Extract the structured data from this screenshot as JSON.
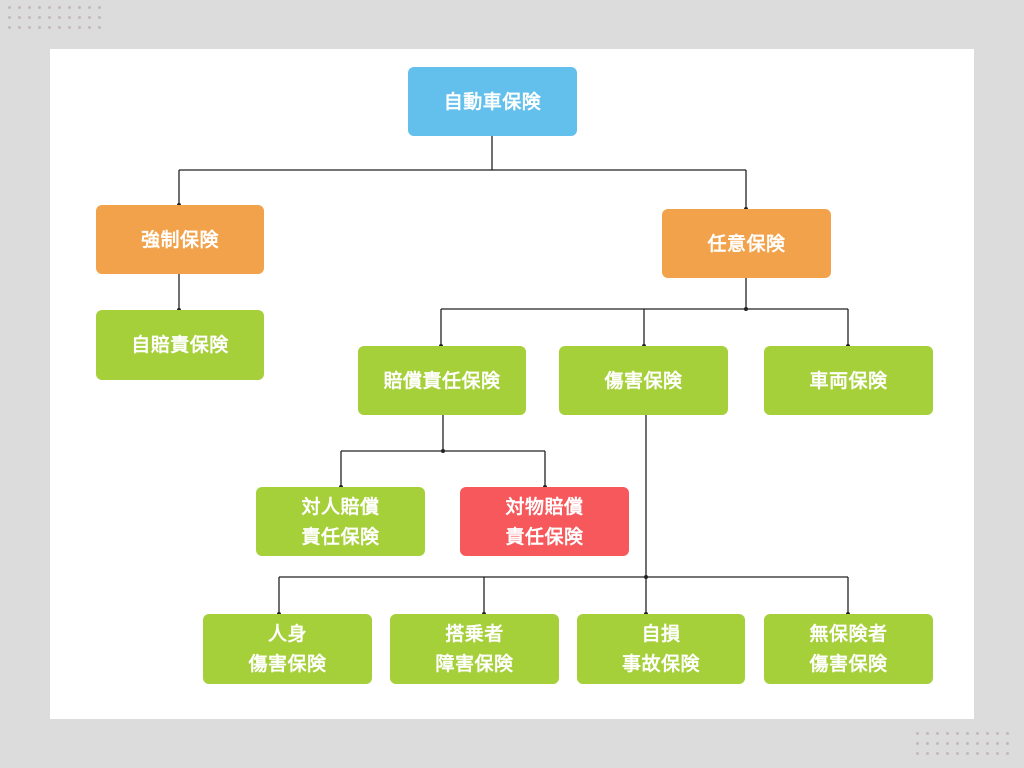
{
  "diagram": {
    "root": {
      "label": "自動車保険",
      "color": "#63c0ec"
    },
    "compulsory": {
      "label": "強制保険",
      "color": "#f2a24a"
    },
    "compulsory_child": {
      "label": "自賠責保険",
      "color": "#a6d03a"
    },
    "voluntary": {
      "label": "任意保険",
      "color": "#f2a24a"
    },
    "liability": {
      "label": "賠償責任保険",
      "color": "#a6d03a"
    },
    "injury": {
      "label": "傷害保険",
      "color": "#a6d03a"
    },
    "vehicle": {
      "label": "車両保険",
      "color": "#a6d03a"
    },
    "bodily_liability": {
      "line1": "対人賠償",
      "line2": "責任保険",
      "color": "#a6d03a"
    },
    "property_liability": {
      "line1": "対物賠償",
      "line2": "責任保険",
      "color": "#f6585c"
    },
    "personal_injury": {
      "line1": "人身",
      "line2": "傷害保険",
      "color": "#a6d03a"
    },
    "passenger_injury": {
      "line1": "搭乗者",
      "line2": "障害保険",
      "color": "#a6d03a"
    },
    "self_accident": {
      "line1": "自損",
      "line2": "事故保険",
      "color": "#a6d03a"
    },
    "uninsured_motorist": {
      "line1": "無保険者",
      "line2": "傷害保険",
      "color": "#a6d03a"
    }
  }
}
